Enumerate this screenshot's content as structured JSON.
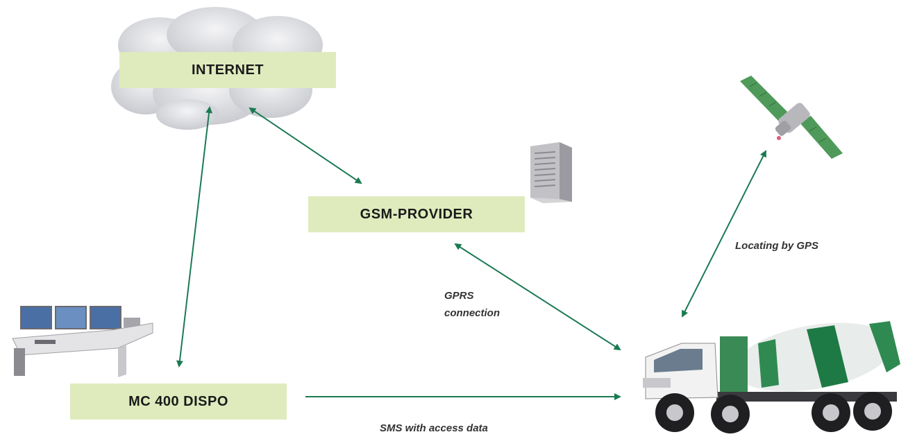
{
  "colors": {
    "box_fill": "#dfebbd",
    "arrow": "#1a7a52",
    "label_text": "#333333",
    "box_text": "#1a1a1a"
  },
  "nodes": {
    "internet": {
      "label": "INTERNET"
    },
    "gsm_provider": {
      "label": "GSM-PROVIDER"
    },
    "dispo": {
      "label": "MC 400 DISPO"
    }
  },
  "edge_labels": {
    "gps": "Locating by GPS",
    "gprs_line1": "GPRS",
    "gprs_line2": "connection",
    "sms": "SMS with access data"
  },
  "pictures": {
    "cloud": "cloud-icon",
    "server": "server-icon",
    "satellite": "satellite-icon",
    "workstation": "control-desk-icon",
    "truck": "concrete-mixer-truck-icon"
  }
}
